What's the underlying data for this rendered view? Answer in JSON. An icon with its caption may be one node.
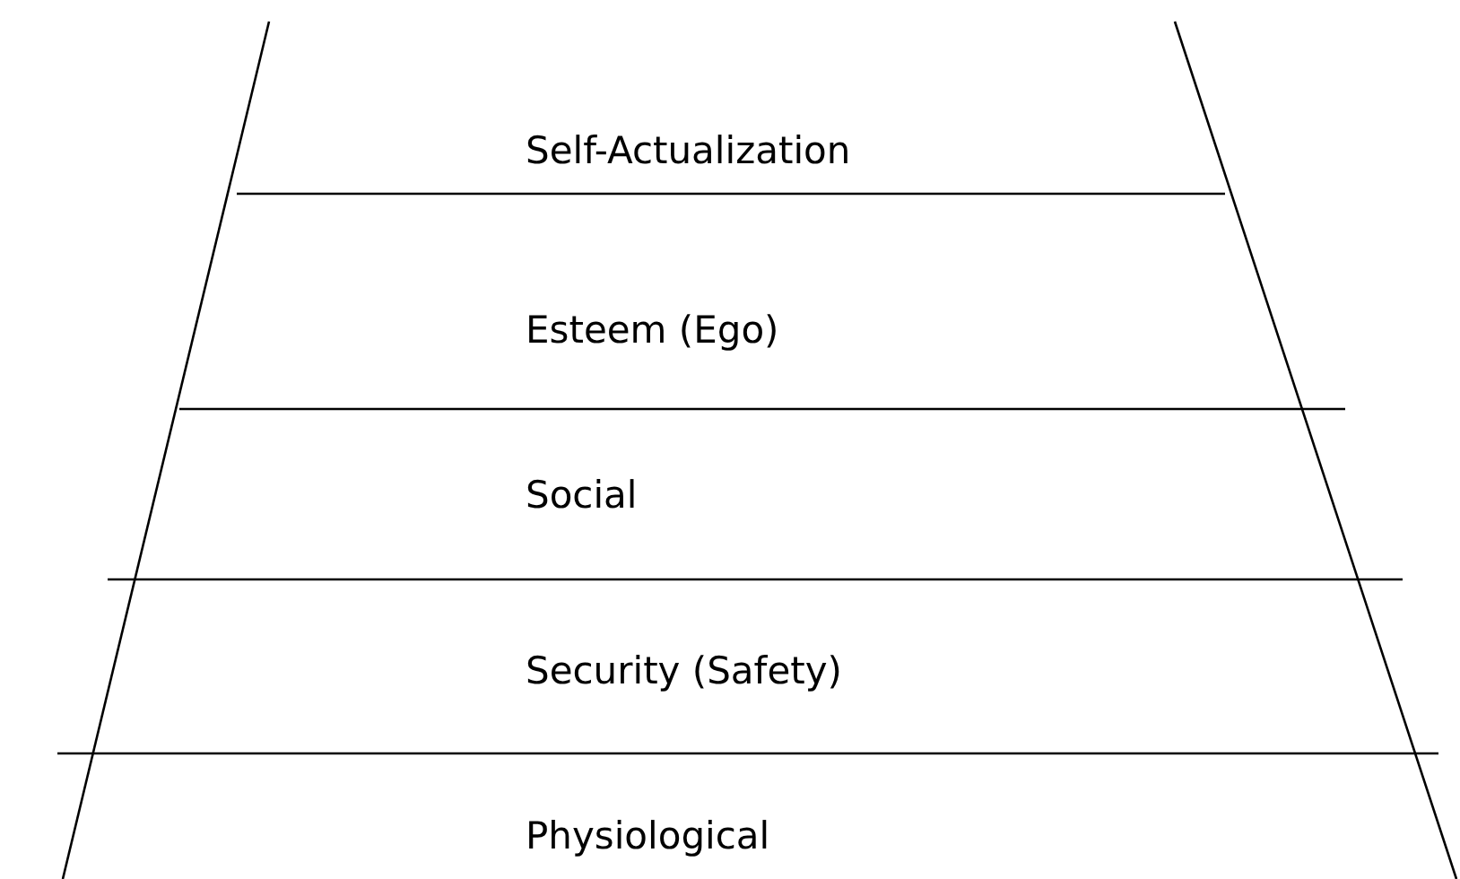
{
  "diagram": {
    "nodes": [
      {
        "text": [
          "Self-Actualization"
        ]
      },
      {
        "text": [
          "Esteem (Ego)"
        ]
      },
      {
        "text": [
          "Social"
        ]
      },
      {
        "text": [
          "Security (Safety)"
        ]
      },
      {
        "text": [
          "Physiological"
        ]
      }
    ]
  }
}
